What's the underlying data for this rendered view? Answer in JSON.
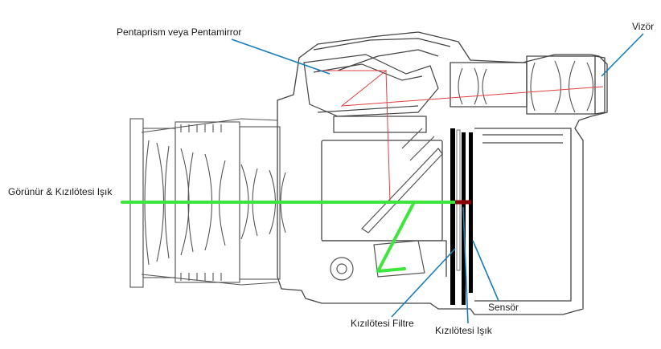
{
  "labels": {
    "pentaprism": "Pentaprism veya Pentamirror",
    "viewfinder": "Vizör",
    "visible_ir_light": "Görünür & Kızılötesi Işık",
    "ir_filter": "Kızılötesi Filtre",
    "ir_light": "Kızılötesi Işık",
    "sensor": "Sensör"
  },
  "colors": {
    "light_path": "#3ce63c",
    "leader_line": "#1a7fb5",
    "optical_ray": "#e04040",
    "ir_segment": "#8b0000",
    "outline": "#444444",
    "filter_bar": "#000000"
  }
}
